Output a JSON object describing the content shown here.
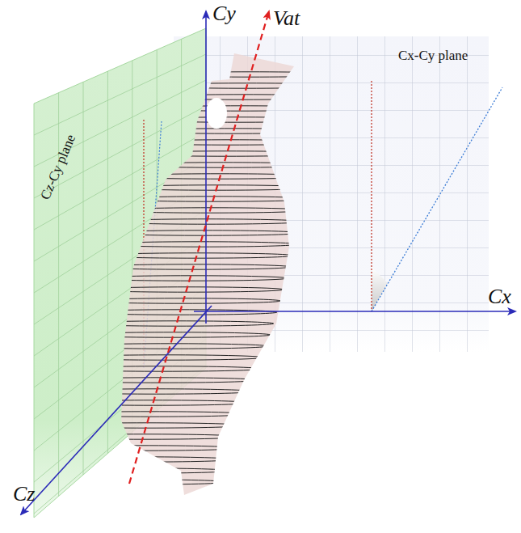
{
  "diagram": {
    "labels": [
      "Cy",
      "Vat",
      "Cx-Cy plane",
      "Cx",
      "Cz-Cy plane",
      "Cz"
    ]
  }
}
